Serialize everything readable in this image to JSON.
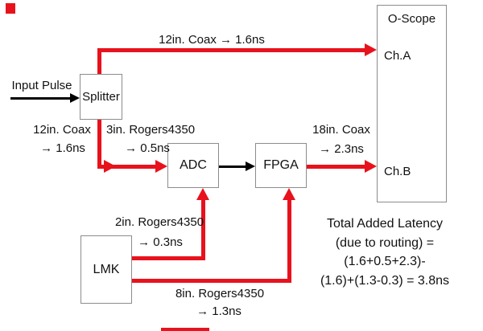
{
  "diagram": {
    "boxes": {
      "splitter": "Splitter",
      "adc": "ADC",
      "fpga": "FPGA",
      "lmk": "LMK",
      "oscope": "O-Scope",
      "ch_a": "Ch.A",
      "ch_b": "Ch.B"
    },
    "labels": {
      "input_pulse": "Input Pulse",
      "coax12_top": "12in. Coax → 1.6ns",
      "coax12_left_l1": "12in. Coax",
      "coax12_left_l2": "→ 1.6ns",
      "rogers3_l1": "3in. Rogers4350",
      "rogers3_l2": "→ 0.5ns",
      "coax18_l1": "18in. Coax",
      "coax18_l2": "→ 2.3ns",
      "rogers2_l1": "2in. Rogers4350",
      "rogers2_l2": "→ 0.3ns",
      "rogers8_l1": "8in. Rogers4350",
      "rogers8_l2": "→ 1.3ns"
    },
    "summary": [
      "Total Added Latency",
      "(due to routing) =",
      "(1.6+0.5+2.3)-",
      "(1.6)+(1.3-0.3) = 3.8ns"
    ],
    "colors": {
      "signal_red": "#e8121c",
      "wire_black": "#000000",
      "box_border": "#8c8c8c"
    }
  }
}
